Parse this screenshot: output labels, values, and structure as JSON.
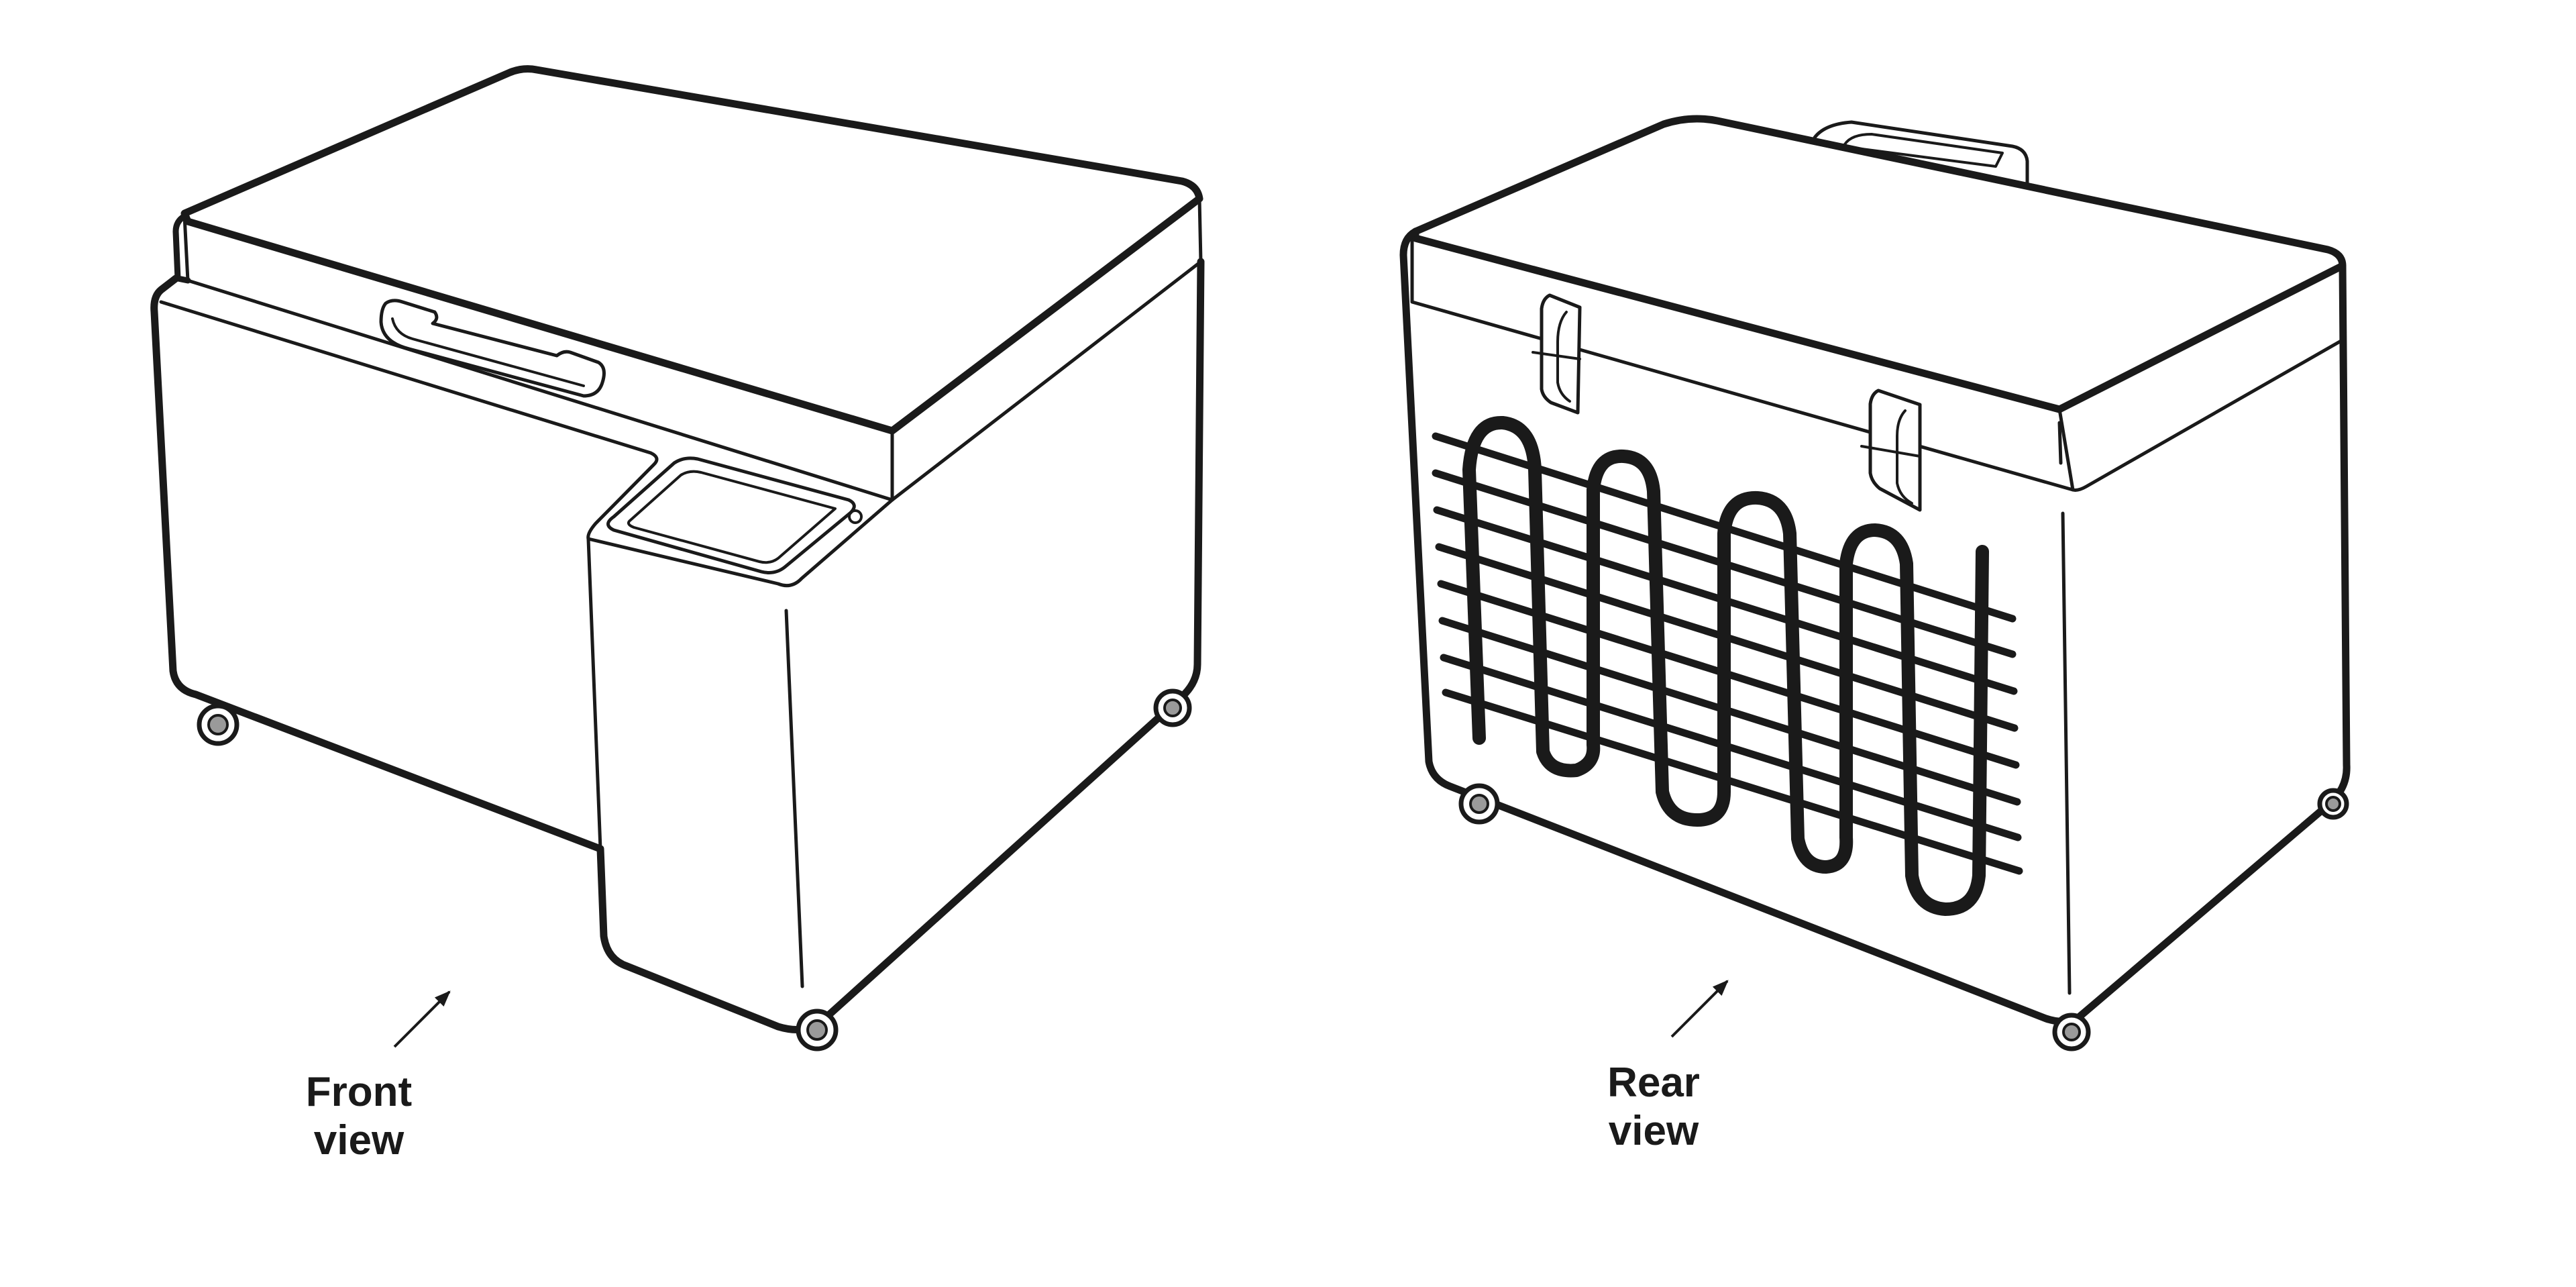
{
  "labels": {
    "front": {
      "line1": "Front",
      "line2": "view"
    },
    "rear": {
      "line1": "Rear",
      "line2": "view"
    }
  },
  "colors": {
    "ink": "#1a1a1a",
    "wheel_fill": "#9a9a9a",
    "background": "#ffffff"
  }
}
